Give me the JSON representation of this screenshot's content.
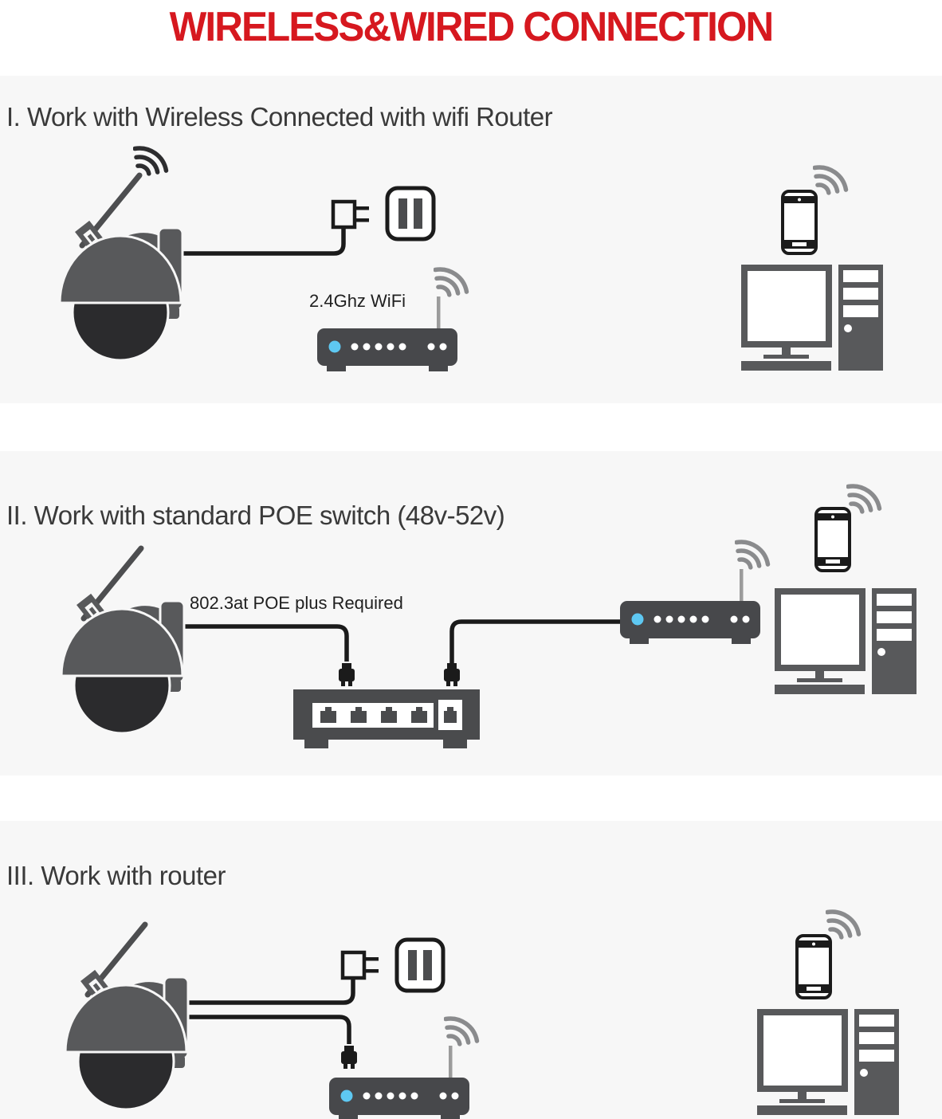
{
  "title": "WIRELESS&WIRED CONNECTION",
  "colors": {
    "title_red": "#d6181f",
    "section_background": "#f7f7f7",
    "device_gray": "#58595b",
    "device_dark": "#2b2b2d",
    "router_body": "#47484b",
    "led_blue": "#5ec8f2",
    "wire_black": "#1b1b1b"
  },
  "sections": [
    {
      "numeral": "I",
      "heading": "I. Work with Wireless Connected with wifi Router",
      "annotation": "2.4Ghz WiFi",
      "devices": [
        "wireless-ptz-camera",
        "power-adapter",
        "wall-outlet",
        "wifi-router",
        "smartphone",
        "desktop-computer"
      ]
    },
    {
      "numeral": "II",
      "heading": "II. Work with standard POE switch (48v-52v)",
      "annotation": "802.3at POE plus Required",
      "devices": [
        "ptz-camera",
        "poe-switch",
        "wifi-router",
        "smartphone",
        "desktop-computer"
      ]
    },
    {
      "numeral": "III",
      "heading": "III. Work with router",
      "annotation": "",
      "devices": [
        "ptz-camera",
        "power-adapter",
        "wall-outlet",
        "wifi-router",
        "smartphone",
        "desktop-computer"
      ]
    }
  ]
}
